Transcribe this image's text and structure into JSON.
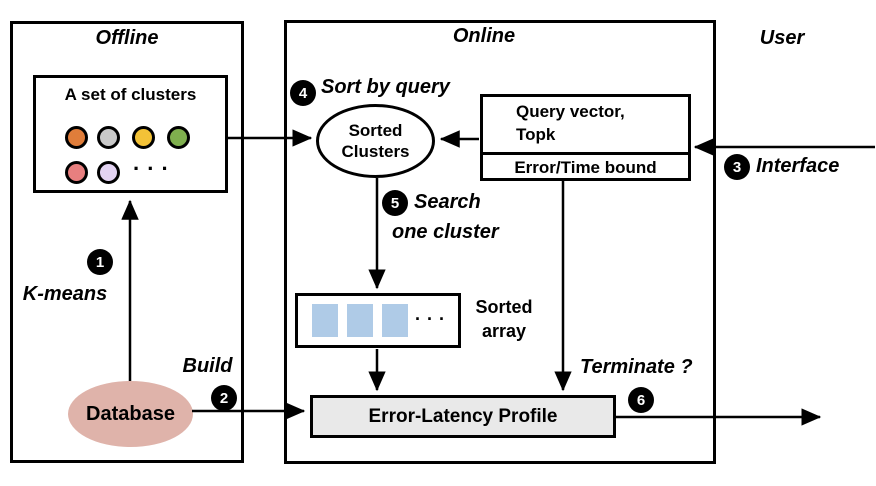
{
  "offline": {
    "title": "Offline",
    "clusters_box": {
      "title": "A set of clusters",
      "ellipsis": ". . ."
    },
    "kmeans_label": "K-means",
    "database_label": "Database",
    "build_label": "Build"
  },
  "online": {
    "title": "Online",
    "sort_by_query_label": "Sort by query",
    "sorted_clusters": {
      "line1": "Sorted",
      "line2": "Clusters"
    },
    "query_box": {
      "line1": "Query vector,",
      "line2": "Topk",
      "bound_label": "Error/Time bound"
    },
    "search_label": {
      "line1": "Search",
      "line2": "one cluster"
    },
    "sorted_array": {
      "ellipsis": ". . .",
      "label_line1": "Sorted",
      "label_line2": "array"
    },
    "elp_label": "Error-Latency Profile",
    "terminate_label": "Terminate ?"
  },
  "user": {
    "title": "User",
    "interface_label": "Interface"
  },
  "badges": {
    "b1": "1",
    "b2": "2",
    "b3": "3",
    "b4": "4",
    "b5": "5",
    "b6": "6"
  },
  "colors": {
    "cluster_circles": [
      "#E07D3A",
      "#C9C9C9",
      "#F3C237",
      "#7FAF4E",
      "#E87F7F",
      "#E3D3F2"
    ],
    "database_fill": "#DFB3AA",
    "array_square_fill": "#AFCBE7",
    "elp_fill": "#E9E9E9",
    "line_color": "#000000"
  }
}
